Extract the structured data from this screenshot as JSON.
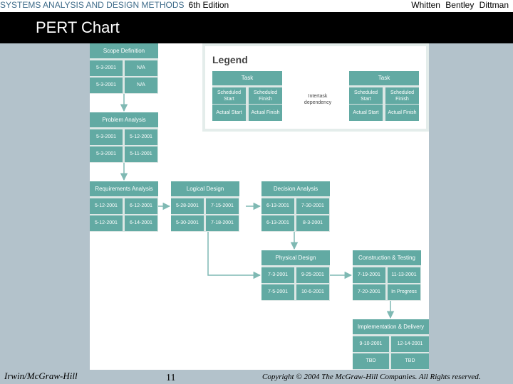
{
  "header": {
    "course": "SYSTEMS ANALYSIS AND DESIGN METHODS",
    "edition": "6th Edition",
    "authors": "Whitten  Bentley  Dittman"
  },
  "title": "PERT Chart",
  "colors": {
    "node_header": "#62aaa3",
    "node_bg": "#dce7e5",
    "arrow": "#7fb9b3",
    "title_bar": "#000000",
    "slide_bg": "#b3c2cb"
  },
  "legend": {
    "title": "Legend",
    "dependency_label": "Intertask dependency",
    "node": {
      "task": "Task",
      "scheduled_start": "Scheduled Start",
      "scheduled_finish": "Scheduled Finish",
      "actual_start": "Actual Start",
      "actual_finish": "Actual Finish"
    }
  },
  "tasks": [
    {
      "name": "Scope Definition",
      "scheduled_start": "5-3-2001",
      "scheduled_finish": "N/A",
      "actual_start": "5-3-2001",
      "actual_finish": "N/A"
    },
    {
      "name": "Problem Analysis",
      "scheduled_start": "5-3-2001",
      "scheduled_finish": "5-12-2001",
      "actual_start": "5-3-2001",
      "actual_finish": "5-11-2001"
    },
    {
      "name": "Requirements Analysis",
      "scheduled_start": "5-12-2001",
      "scheduled_finish": "6-12-2001",
      "actual_start": "5-12-2001",
      "actual_finish": "6-14-2001"
    },
    {
      "name": "Logical Design",
      "scheduled_start": "5-28-2001",
      "scheduled_finish": "7-15-2001",
      "actual_start": "5-30-2001",
      "actual_finish": "7-18-2001"
    },
    {
      "name": "Decision Analysis",
      "scheduled_start": "6-13-2001",
      "scheduled_finish": "7-30-2001",
      "actual_start": "6-13-2001",
      "actual_finish": "8-3-2001"
    },
    {
      "name": "Physical Design",
      "scheduled_start": "7-3-2001",
      "scheduled_finish": "9-25-2001",
      "actual_start": "7-5-2001",
      "actual_finish": "10-6-2001"
    },
    {
      "name": "Construction & Testing",
      "scheduled_start": "7-19-2001",
      "scheduled_finish": "11-13-2001",
      "actual_start": "7-20-2001",
      "actual_finish": "In Progress"
    },
    {
      "name": "Implementation & Delivery",
      "scheduled_start": "9-10-2001",
      "scheduled_finish": "12-14-2001",
      "actual_start": "TBD",
      "actual_finish": "TBD"
    }
  ],
  "footer": {
    "publisher": "Irwin/McGraw-Hill",
    "page": "11",
    "copyright": "Copyright © 2004 The McGraw-Hill Companies. All Rights reserved."
  }
}
